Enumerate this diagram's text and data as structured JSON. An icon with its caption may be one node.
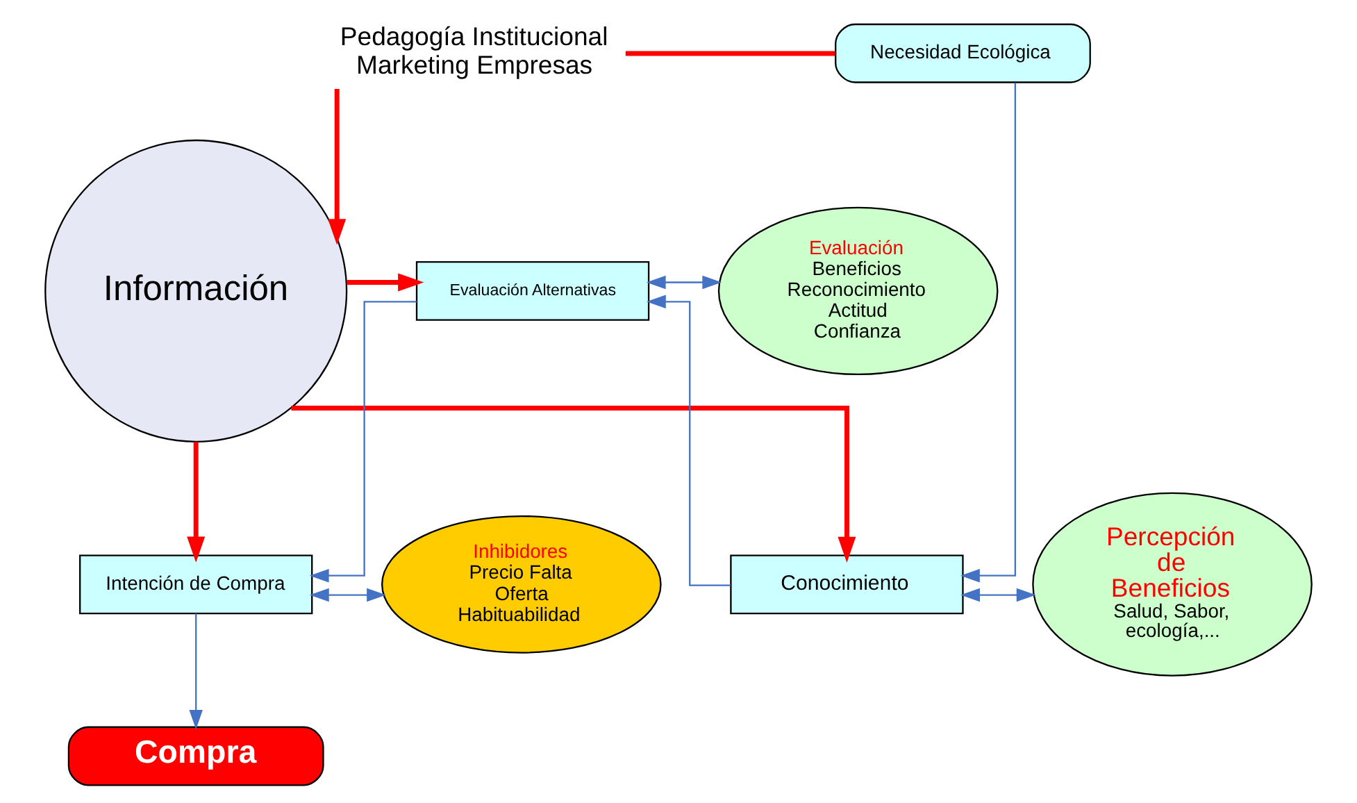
{
  "diagram": {
    "nodes": [
      {
        "text": [
          "Pedagogía Institucional Marketing Empresas"
        ]
      },
      {
        "text": [
          "Necesidad Ecológica"
        ]
      },
      {
        "text": [
          "Información"
        ]
      },
      {
        "text": [
          "Conocimiento"
        ]
      },
      {
        "text": [
          "Percepción de Beneficios",
          "Salud, Sabor, ecología,..."
        ]
      },
      {
        "text": [
          "Evaluación Alternativas"
        ]
      },
      {
        "text": [
          "Evaluación",
          "Beneficios Reconocimiento Actitud Confianza"
        ]
      },
      {
        "text": [
          "Intención de Compra"
        ]
      },
      {
        "text": [
          "Inhibidores",
          "Precio Falta Oferta Habituabilidad"
        ]
      },
      {
        "text": [
          "Compra"
        ]
      }
    ],
    "edges": [
      {
        "from": 0,
        "to": 1,
        "arrow": "none",
        "style": "thick",
        "color": "#ff0000"
      },
      {
        "from": 0,
        "to": 2,
        "arrow": "to",
        "style": "thick",
        "color": "#ff0000"
      },
      {
        "from": 1,
        "to": 3,
        "arrow": "to"
      },
      {
        "from": 2,
        "to": 3,
        "arrow": "to",
        "style": "thick",
        "color": "#ff0000"
      },
      {
        "from": 3,
        "to": 4,
        "arrow": "both"
      },
      {
        "from": 3,
        "to": 5,
        "arrow": "to"
      },
      {
        "from": 2,
        "to": 5,
        "arrow": "to",
        "style": "thick",
        "color": "#ff0000"
      },
      {
        "from": 5,
        "to": 6,
        "arrow": "both"
      },
      {
        "from": 5,
        "to": 7,
        "arrow": "to"
      },
      {
        "from": 2,
        "to": 7,
        "arrow": "to",
        "style": "thick",
        "color": "#ff0000"
      },
      {
        "from": 7,
        "to": 8,
        "arrow": "both"
      },
      {
        "from": 7,
        "to": 9,
        "arrow": "to"
      }
    ]
  }
}
